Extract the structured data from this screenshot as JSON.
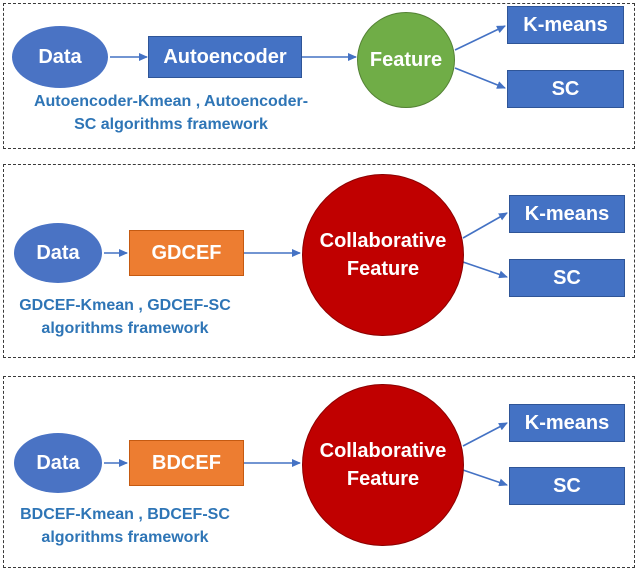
{
  "panels": [
    {
      "input_label": "Data",
      "encoder_label": "Autoencoder",
      "feature_label": "Feature",
      "output_1_label": "K-means",
      "output_2_label": "SC",
      "caption_line_1": "Autoencoder-Kmean , Autoencoder-",
      "caption_line_2": "SC algorithms framework"
    },
    {
      "input_label": "Data",
      "encoder_label": "GDCEF",
      "feature_label_line_1": "Collaborative",
      "feature_label_line_2": "Feature",
      "output_1_label": "K-means",
      "output_2_label": "SC",
      "caption_line_1": "GDCEF-Kmean , GDCEF-SC",
      "caption_line_2": "algorithms framework"
    },
    {
      "input_label": "Data",
      "encoder_label": "BDCEF",
      "feature_label_line_1": "Collaborative",
      "feature_label_line_2": "Feature",
      "output_1_label": "K-means",
      "output_2_label": "SC",
      "caption_line_1": "BDCEF-Kmean , BDCEF-SC",
      "caption_line_2": "algorithms framework"
    }
  ],
  "colors": {
    "data_node": "#4a73c4",
    "autoencoder_box": "#4472c4",
    "dcef_box": "#ed7d31",
    "feature_node": "#70ad47",
    "collaborative_node": "#c00000",
    "output_box": "#4472c4",
    "caption_text": "#2e75b6",
    "arrow": "#4472c4"
  }
}
